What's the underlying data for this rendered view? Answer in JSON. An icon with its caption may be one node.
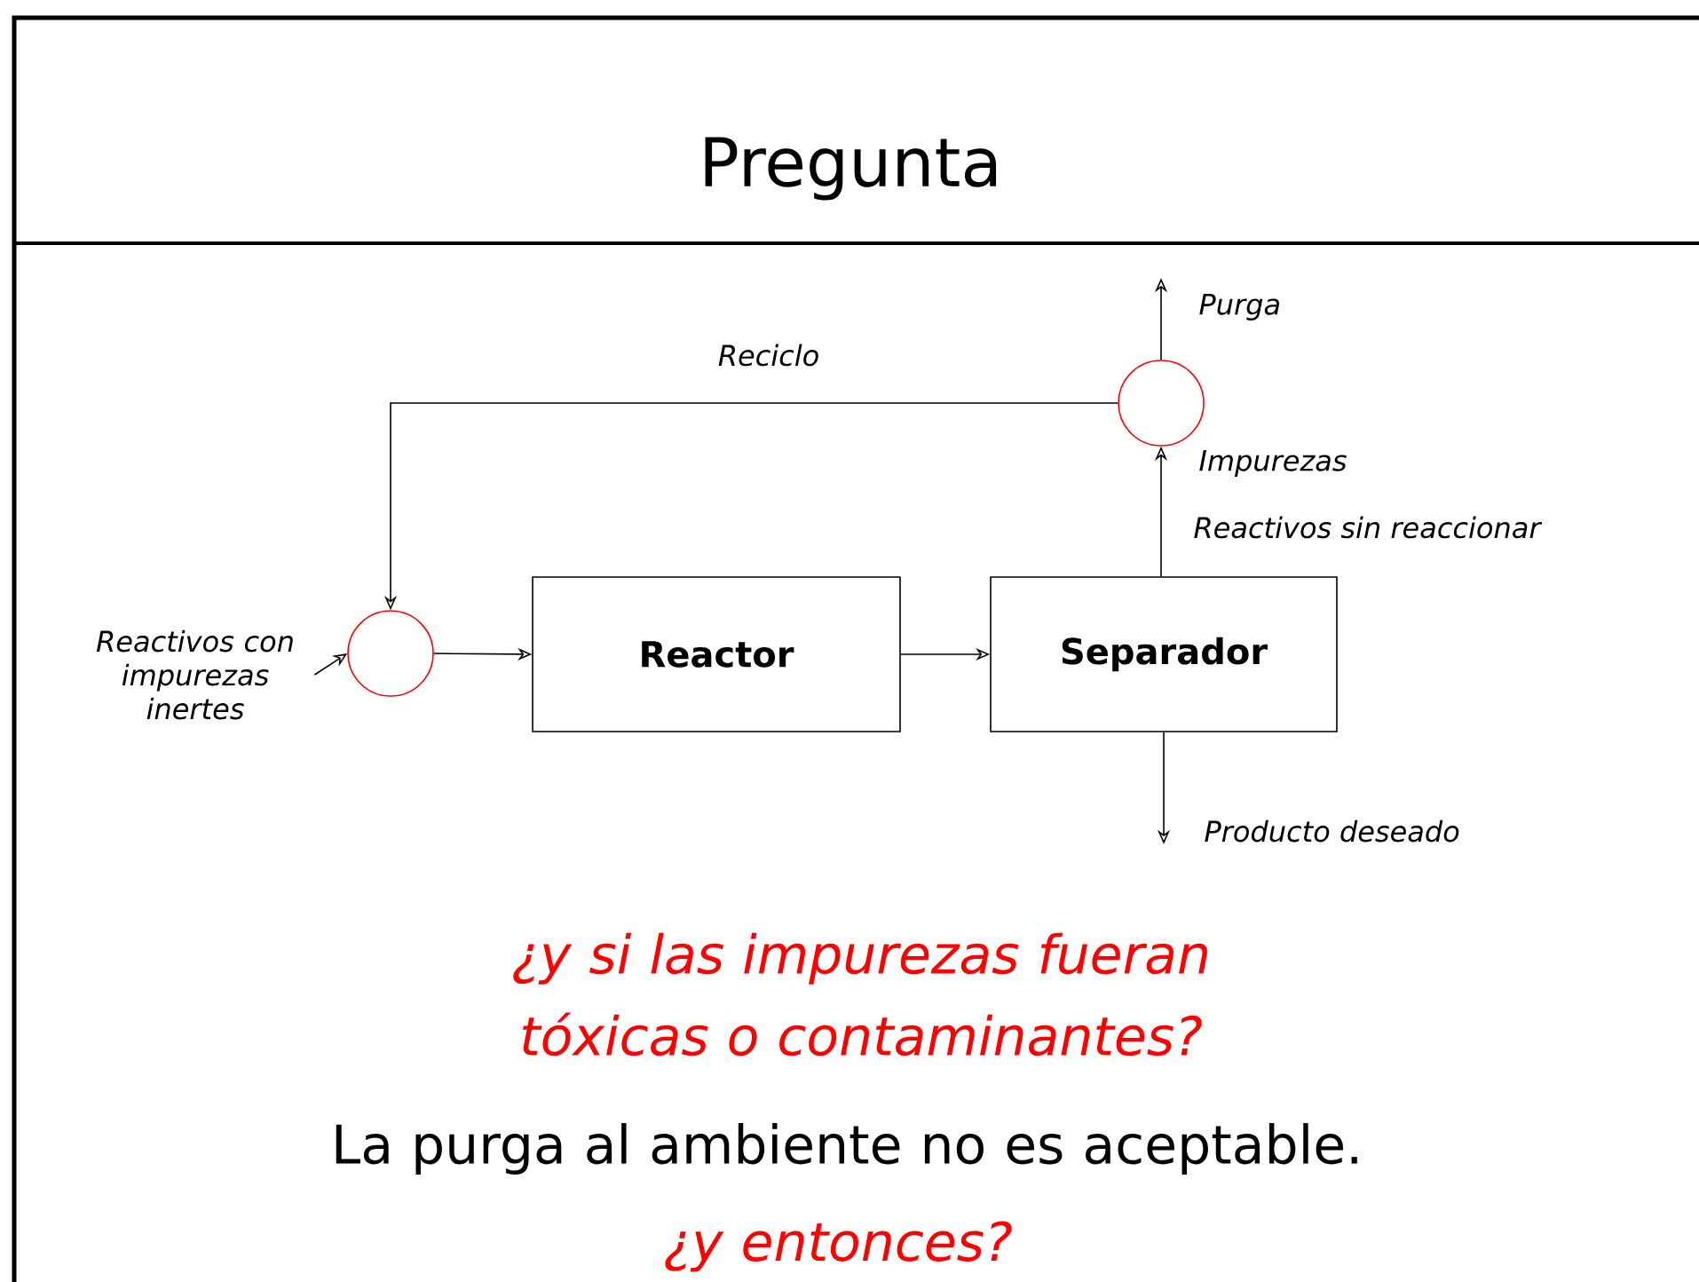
{
  "diagram": {
    "title": "Pregunta",
    "nodes": [
      {
        "text": [],
        "shape": "circle"
      },
      {
        "text": [
          "Reactor"
        ]
      },
      {
        "text": [
          "Separador"
        ]
      },
      {
        "text": [],
        "shape": "circle"
      },
      {
        "text": [
          "Reactivos con impurezas inertes"
        ]
      }
    ],
    "edges": [
      {
        "from": 4,
        "to": 0,
        "arrow": "to"
      },
      {
        "from": 0,
        "to": 1,
        "arrow": "to"
      },
      {
        "from": 1,
        "to": 2,
        "arrow": "to"
      },
      {
        "from": 2,
        "to": 3,
        "arrow": "to"
      },
      {
        "from": 3,
        "to": 0,
        "arrow": "to",
        "label": "Reciclo"
      },
      {
        "from": 3,
        "to": null,
        "arrow": "to",
        "label": "Purga"
      },
      {
        "from": 2,
        "to": null,
        "arrow": "to",
        "label": "Producto deseado"
      }
    ],
    "labels": [
      "Impurezas",
      "Reactivos sin reaccionar",
      "¿y si las impurezas fueran tóxicas o contaminantes?",
      "La purga al ambiente no es aceptable.",
      "¿y entonces?"
    ]
  }
}
